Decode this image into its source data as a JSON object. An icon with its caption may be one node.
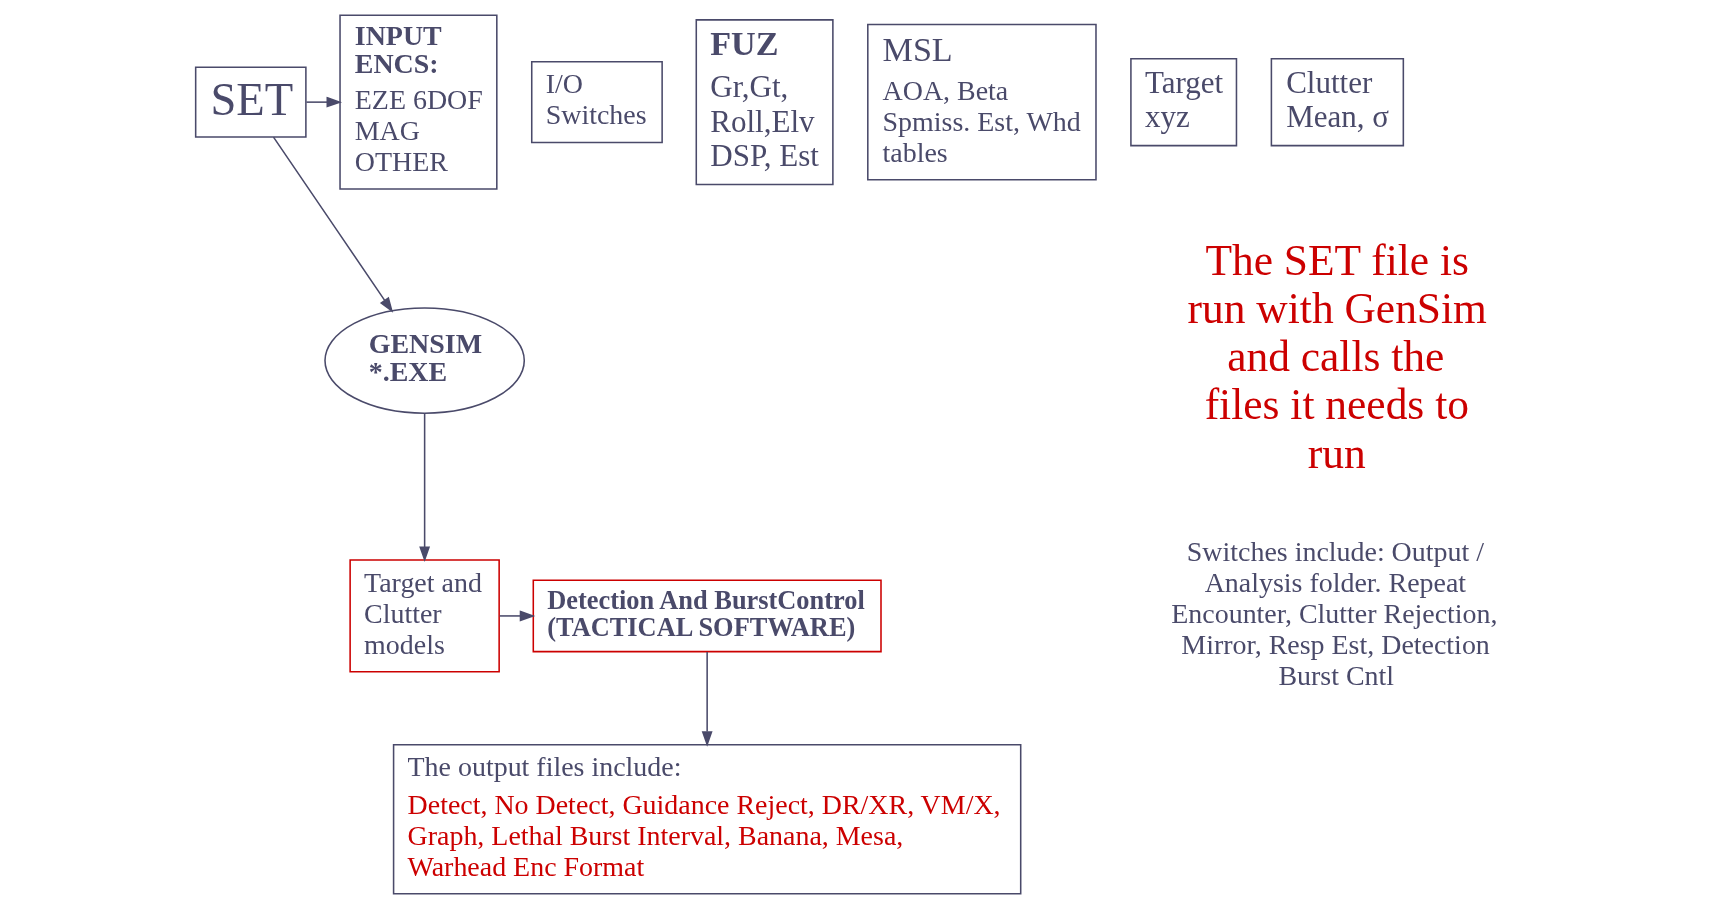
{
  "diagram": {
    "nodes": [
      {
        "text": [
          "SET"
        ]
      },
      {
        "text": [
          "INPUT ENCS:",
          "EZE 6DOF MAG OTHER"
        ]
      },
      {
        "text": [
          "FUZ",
          "Gr,Gt, Roll,Elv DSP, Est"
        ]
      },
      {
        "text": [
          "MSL",
          "AOA, Beta Spmiss. Est, Whd tables"
        ]
      },
      {
        "text": [
          "Target xyz"
        ]
      },
      {
        "text": [
          "Clutter Mean, σ"
        ]
      },
      {
        "text": [
          "I/O Switches"
        ]
      },
      {
        "text": [
          "GENSIM *.EXE"
        ]
      },
      {
        "text": [
          "Target and Clutter models"
        ]
      },
      {
        "text": [
          "Detection And BurstControl (TACTICAL SOFTWARE)"
        ]
      },
      {
        "text": [
          "The output files include:",
          "Detect, No Detect, Guidance Reject, DR/XR, VM/X, Graph, Lethal Burst Interval, Banana, Mesa, Warhead Enc Format"
        ]
      }
    ],
    "edges": [
      {
        "from": 0,
        "to": 1,
        "arrow": "to"
      },
      {
        "from": 0,
        "to": 7,
        "arrow": "to"
      },
      {
        "from": 7,
        "to": 8,
        "arrow": "to"
      },
      {
        "from": 8,
        "to": 9,
        "arrow": "to"
      },
      {
        "from": 9,
        "to": 10,
        "arrow": "to"
      }
    ],
    "labels": [
      "The SET file is run with GenSim and calls the files it needs to run",
      "Switches include: Output / Analysis folder. Repeat Encounter, Clutter Rejection, Mirror, Resp Est, Detection Burst Cntl"
    ]
  }
}
